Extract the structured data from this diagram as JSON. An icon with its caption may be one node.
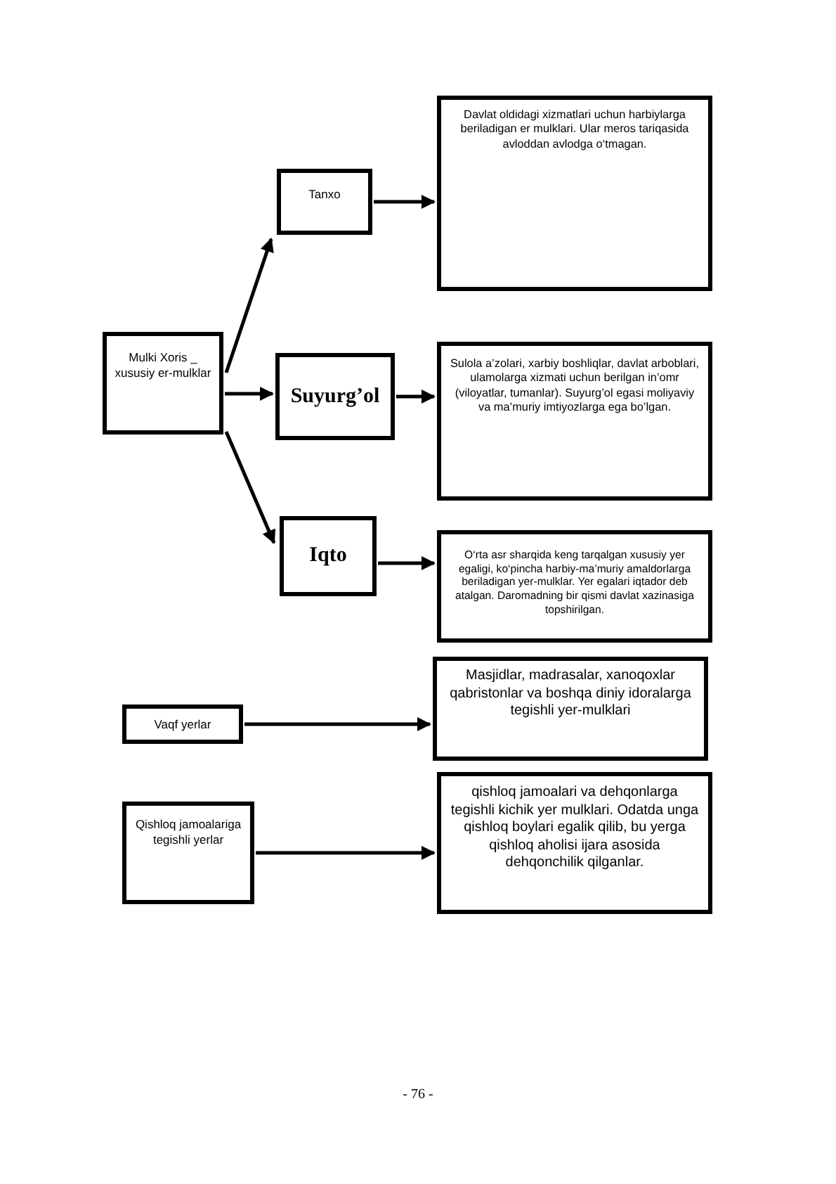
{
  "diagram": {
    "nodes": [
      {
        "text": [
          "Mulki Xoris _ xususiy er-mulklar"
        ]
      },
      {
        "text": [
          "Tanxo"
        ]
      },
      {
        "text": [
          "Davlat oldidagi xizmatlari uchun harbiylarga beriladigan er mulklari. Ular meros tariqasida avloddan avlodga o‘tmagan."
        ]
      },
      {
        "text": [
          "Suyurg’ol"
        ]
      },
      {
        "text": [
          "Sulola a’zolari, xarbiy boshliqlar, davlat arboblari, ulamolarga xizmati uchun berilgan in’omr (viloyatlar, tumanlar). Suyurg’ol egasi moliyaviy va ma’muriy imtiyozlarga ega bo’lgan."
        ]
      },
      {
        "text": [
          "Iqto"
        ]
      },
      {
        "text": [
          "O‘rta asr sharqida keng tarqalgan xususiy yer egaligi, ko‘pincha harbiy-ma’muriy amaldorlarga beriladigan yer-mulklar. Yer egalari iqtador deb atalgan. Daromadning bir qismi davlat xazinasiga topshirilgan."
        ]
      },
      {
        "text": [
          "Vaqf yerlar"
        ]
      },
      {
        "text": [
          "Masjidlar, madrasalar, xanoqoxlar qabristonlar va boshqa diniy idoralarga tegishli yer-mulklari"
        ]
      },
      {
        "text": [
          "Qishloq jamoalariga tegishli yerlar"
        ]
      },
      {
        "text": [
          "qishloq jamoalari va dehqonlarga tegishli kichik yer mulklari. Odatda unga qishloq boylari egalik qilib, bu yerga qishloq aholisi ijara asosida dehqonchilik qilganlar."
        ]
      }
    ],
    "edges": [
      {
        "from": 0,
        "to": 1,
        "arrow": "to"
      },
      {
        "from": 0,
        "to": 3,
        "arrow": "to"
      },
      {
        "from": 0,
        "to": 5,
        "arrow": "to"
      },
      {
        "from": 1,
        "to": 2,
        "arrow": "to"
      },
      {
        "from": 3,
        "to": 4,
        "arrow": "to"
      },
      {
        "from": 5,
        "to": 6,
        "arrow": "to"
      },
      {
        "from": 7,
        "to": 8,
        "arrow": "to"
      },
      {
        "from": 9,
        "to": 10,
        "arrow": "to"
      }
    ],
    "labels": [
      "- 76 -"
    ]
  }
}
